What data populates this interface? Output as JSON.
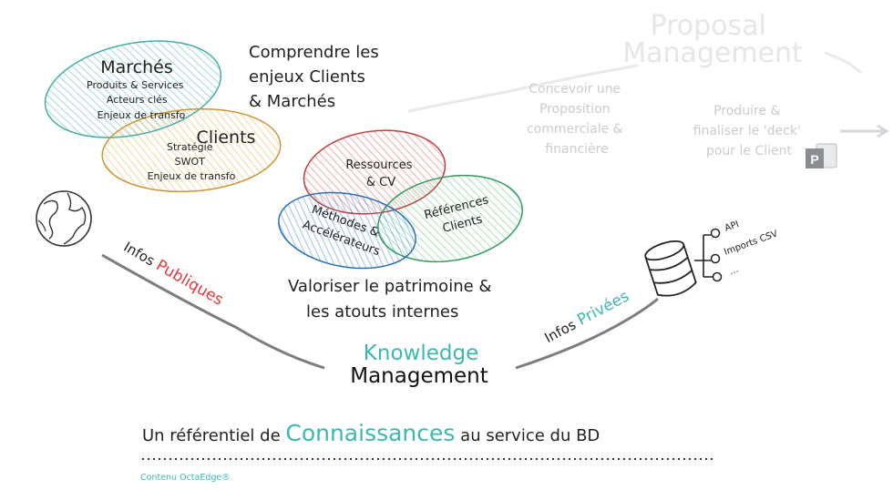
{
  "proposal": {
    "title_line1": "Proposal",
    "title_line2": "Management",
    "step1": [
      "Concevoir une",
      "Proposition",
      "commerciale &",
      "financière"
    ],
    "step2": [
      "Produire &",
      "finaliser le 'deck'",
      "pour le Client"
    ],
    "ppt_letter": "P"
  },
  "markets": {
    "heading": [
      "Comprendre les",
      "enjeux Clients",
      "& Marchés"
    ],
    "marches_title": "Marchés",
    "marches_items": [
      "Produits & Services",
      "Acteurs clés",
      "Enjeux de transfo"
    ],
    "clients_title": "Clients",
    "clients_items": [
      "Stratégie",
      "SWOT",
      "Enjeux de transfo"
    ]
  },
  "internal": {
    "ressources": [
      "Ressources",
      "& CV"
    ],
    "references": [
      "Références",
      "Clients"
    ],
    "methodes": [
      "Méthodes &",
      "Accélérateurs"
    ],
    "heading": [
      "Valoriser le patrimoine &",
      "les atouts internes"
    ]
  },
  "public": {
    "prefix": "Infos ",
    "highlight": "Publiques"
  },
  "private": {
    "prefix": "Infos ",
    "highlight": "Privées",
    "sources": [
      "API",
      "Imports CSV",
      "..."
    ]
  },
  "km": {
    "line1": "Knowledge",
    "line2": "Management"
  },
  "footer": {
    "before": "Un référentiel de ",
    "highlight": "Connaissances",
    "after": " au service du BD",
    "credit": "Contenu OctaEdge®"
  },
  "colors": {
    "teal": "#3cb7b3",
    "red": "#e0393e",
    "marches_fill": "#6fd3cc",
    "clients_fill": "#f3c55a",
    "ressources_fill": "#ea7b7b",
    "references_fill": "#7dd79f",
    "methodes_fill": "#5f9fdc"
  }
}
